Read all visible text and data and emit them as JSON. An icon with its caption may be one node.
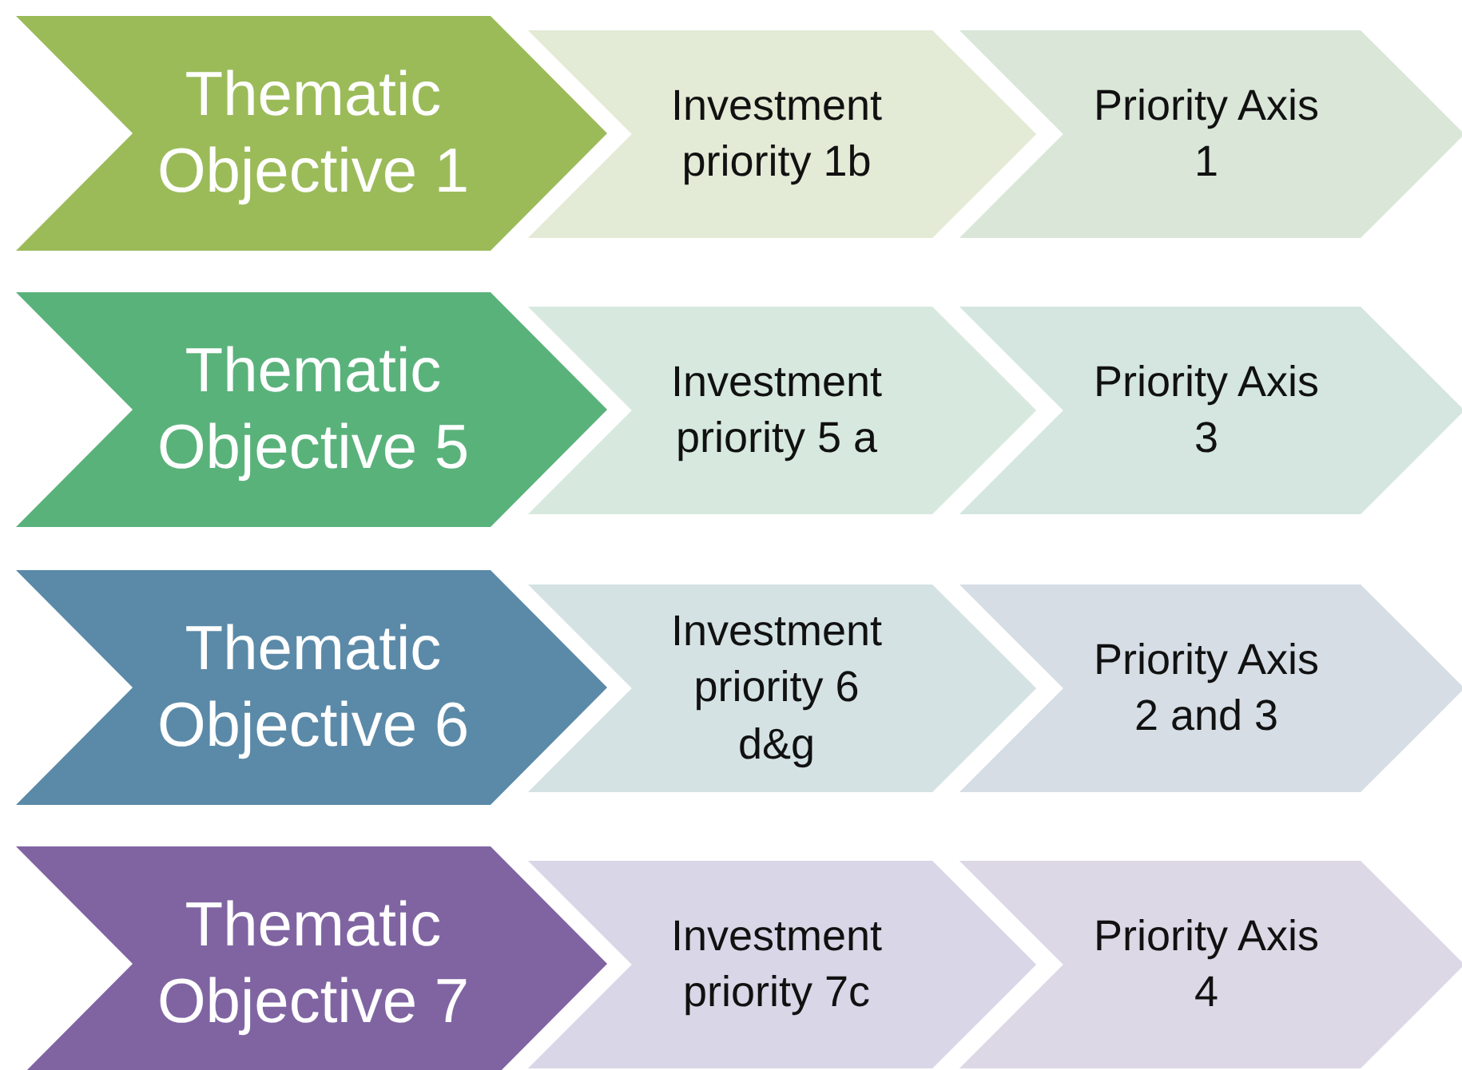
{
  "diagram": {
    "nodes": [
      {
        "text": [
          "Thematic Objective 1"
        ]
      },
      {
        "text": [
          "Investment priority 1b"
        ]
      },
      {
        "text": [
          "Priority Axis 1"
        ]
      },
      {
        "text": [
          "Thematic Objective 5"
        ]
      },
      {
        "text": [
          "Investment priority 5 a"
        ]
      },
      {
        "text": [
          "Priority Axis 3"
        ]
      },
      {
        "text": [
          "Thematic Objective 6"
        ]
      },
      {
        "text": [
          "Investment priority 6 d&g"
        ]
      },
      {
        "text": [
          "Priority Axis 2 and 3"
        ]
      },
      {
        "text": [
          "Thematic Objective 7"
        ]
      },
      {
        "text": [
          "Investment priority 7c"
        ]
      },
      {
        "text": [
          "Priority Axis 4"
        ]
      }
    ],
    "edges": []
  }
}
